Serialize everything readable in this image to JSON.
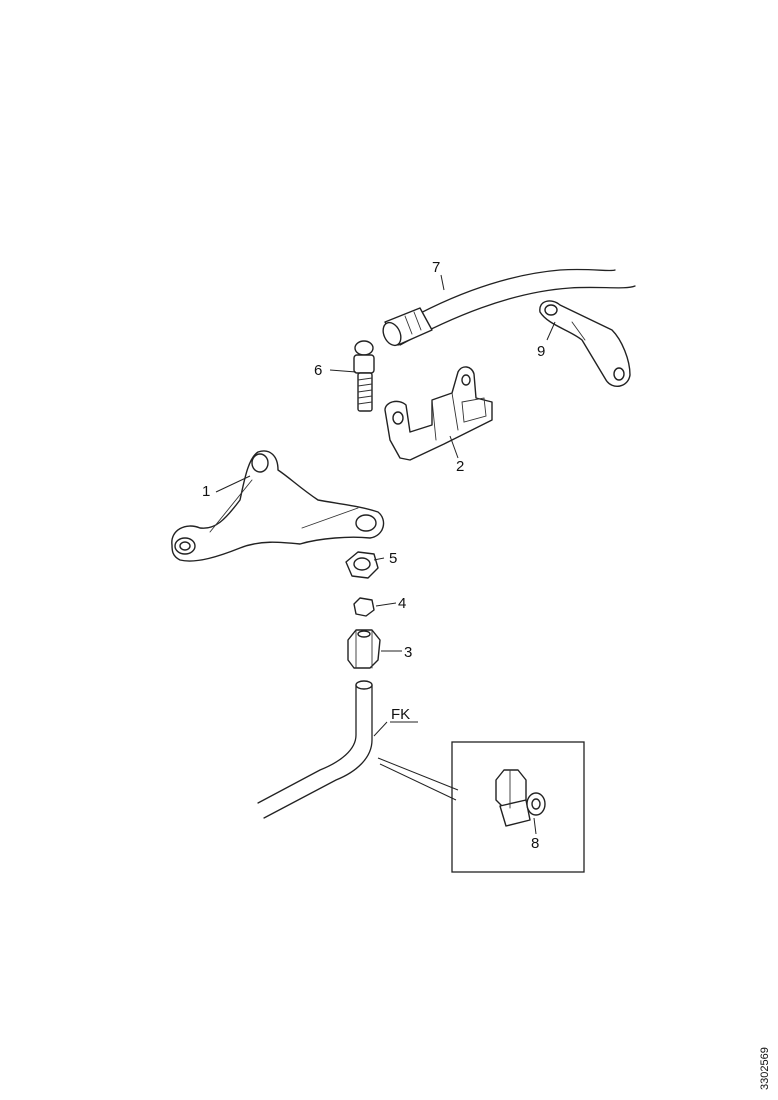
{
  "labels": {
    "p1": "1",
    "p2": "2",
    "p3": "3",
    "p4": "4",
    "p5": "5",
    "p6": "6",
    "p7": "7",
    "p8": "8",
    "p9": "9",
    "fk": "FK"
  },
  "drawing_number": "3302569"
}
